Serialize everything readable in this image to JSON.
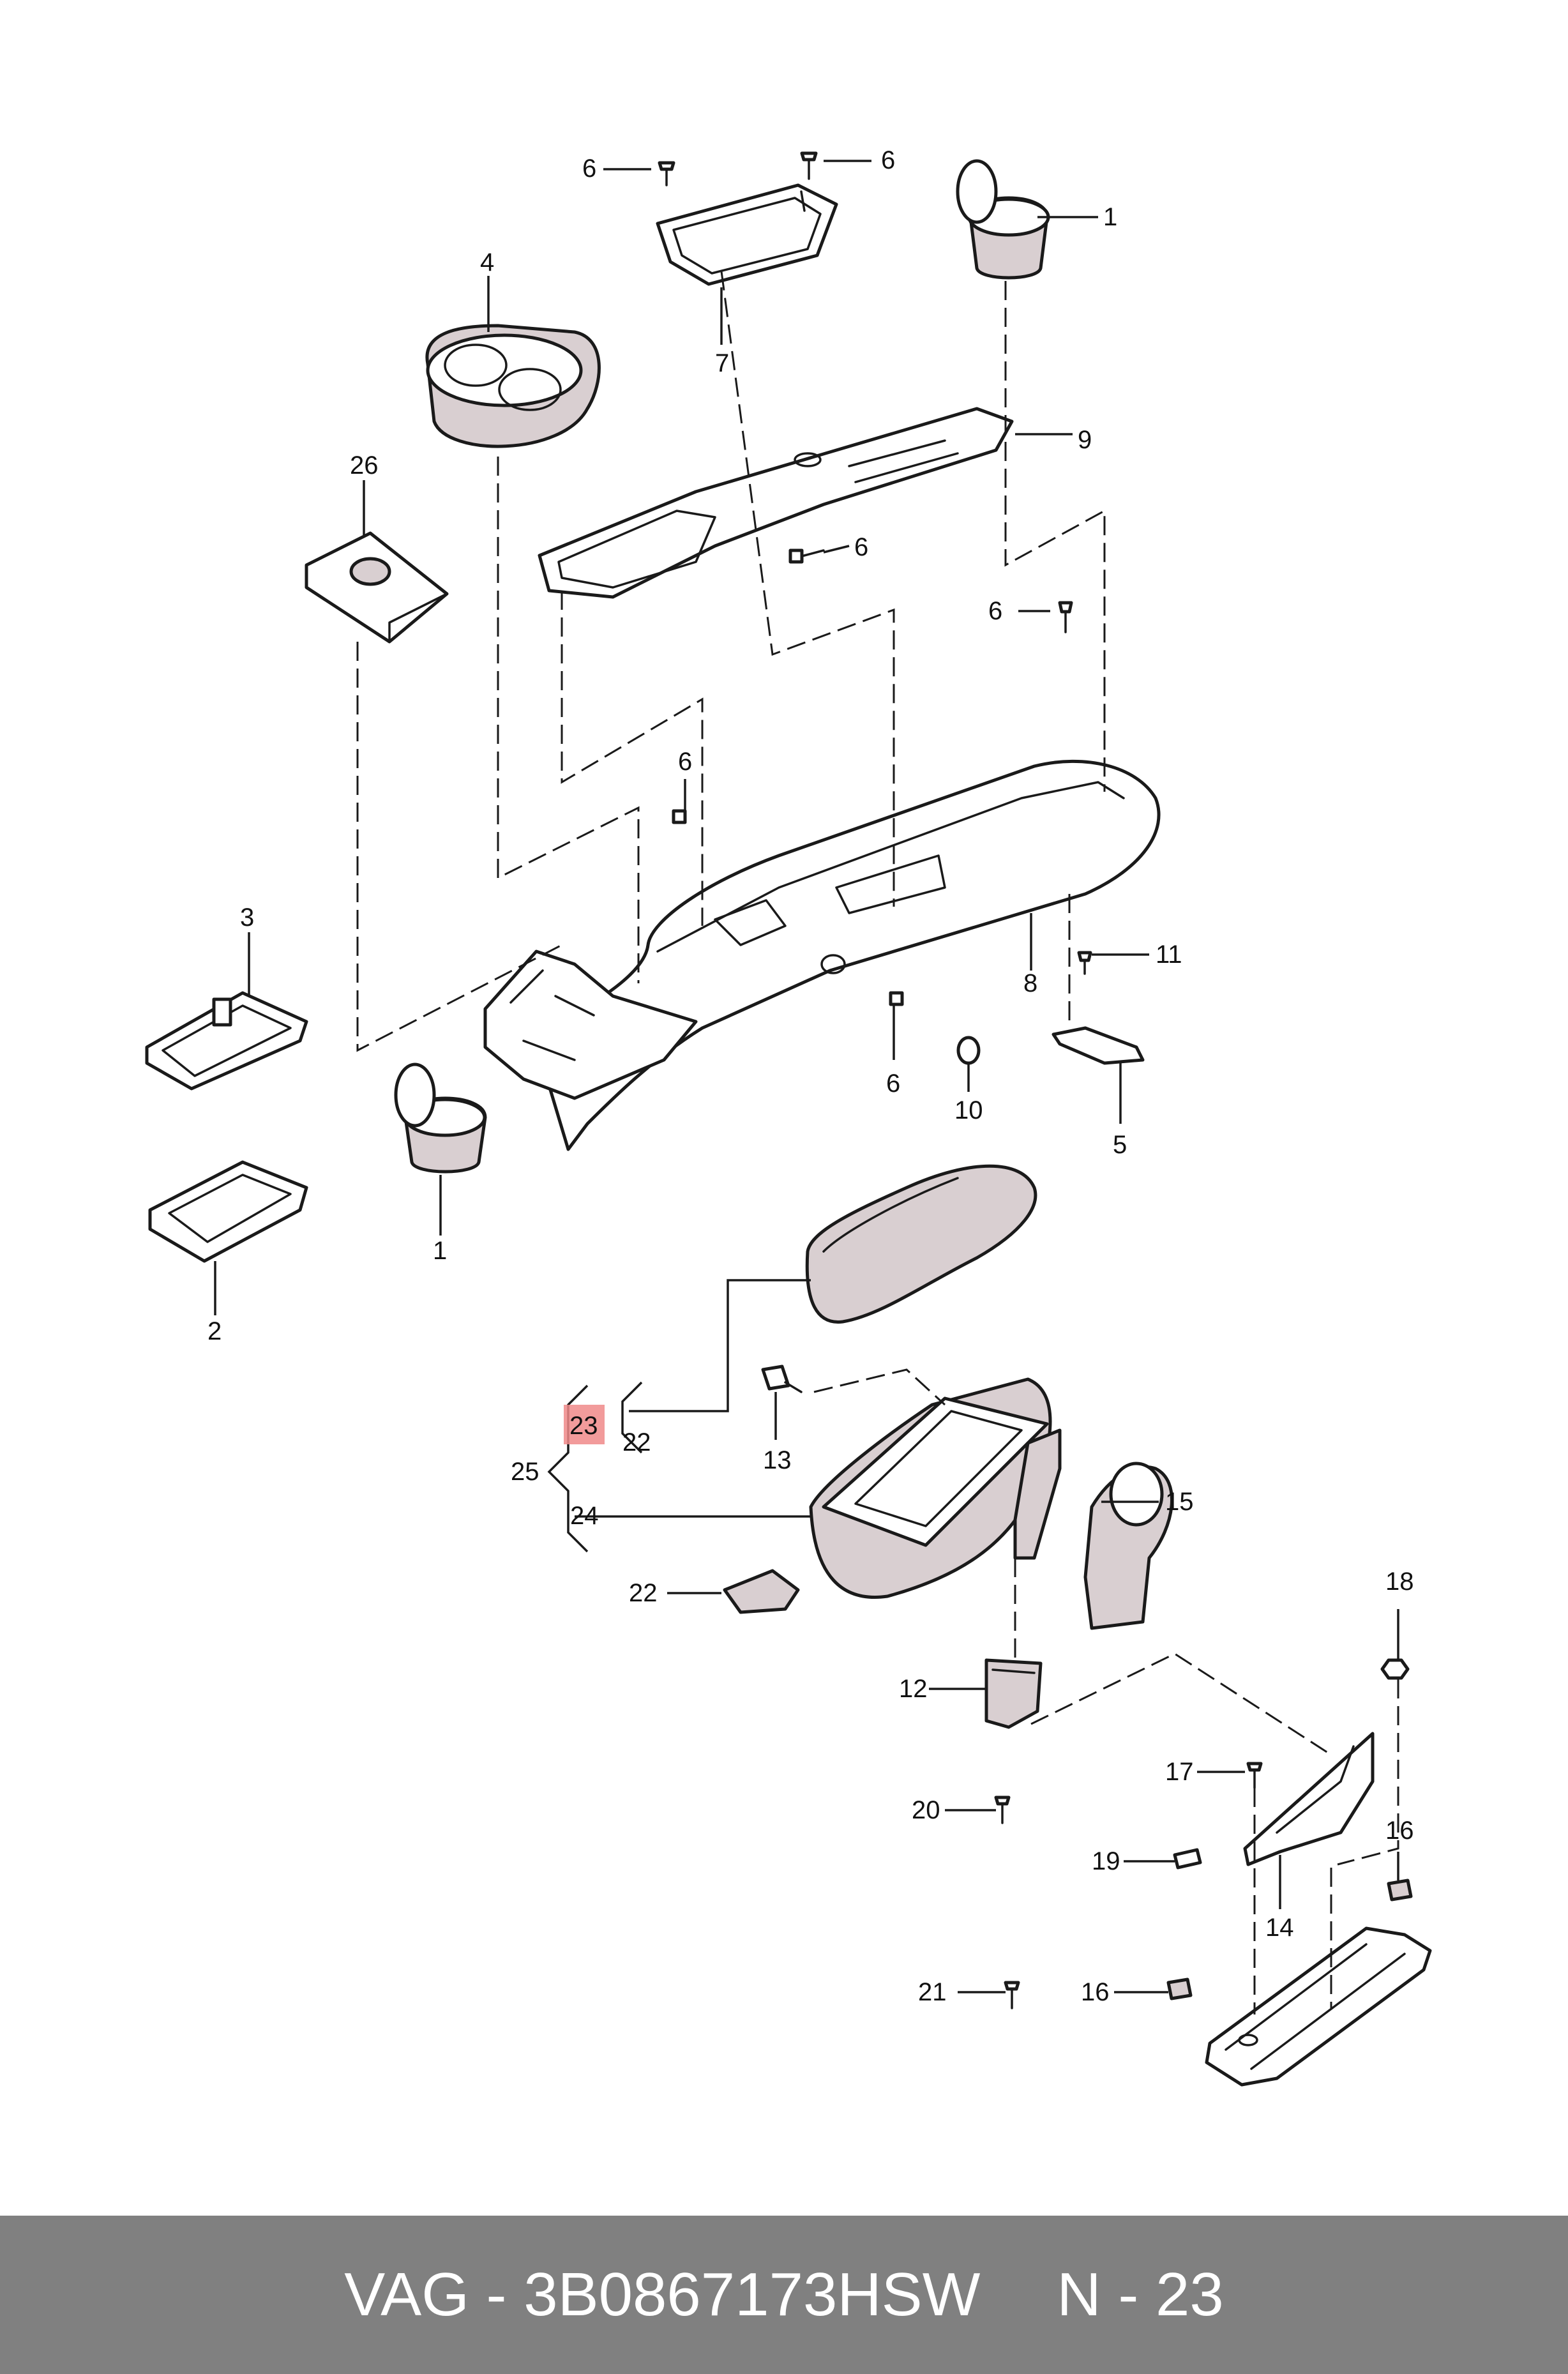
{
  "diagram": {
    "callouts": {
      "c1a": "1",
      "c1b": "1",
      "c2": "2",
      "c3": "3",
      "c4": "4",
      "c5": "5",
      "c6a": "6",
      "c6b": "6",
      "c6c": "6",
      "c6d": "6",
      "c6e": "6",
      "c6f": "6",
      "c7": "7",
      "c8": "8",
      "c9": "9",
      "c10": "10",
      "c11": "11",
      "c12": "12",
      "c13": "13",
      "c14": "14",
      "c15": "15",
      "c16a": "16",
      "c16b": "16",
      "c17": "17",
      "c18": "18",
      "c19": "19",
      "c20": "20",
      "c21": "21",
      "c22a": "22",
      "c22b": "22",
      "c23": "23",
      "c24": "24",
      "c25": "25",
      "c26": "26"
    },
    "highlighted_callout": "23",
    "highlight_color": "#f08a8a"
  },
  "footer": {
    "part_number": "VAG - 3B0867173HSW",
    "position": "N - 23",
    "background": "#808080"
  }
}
